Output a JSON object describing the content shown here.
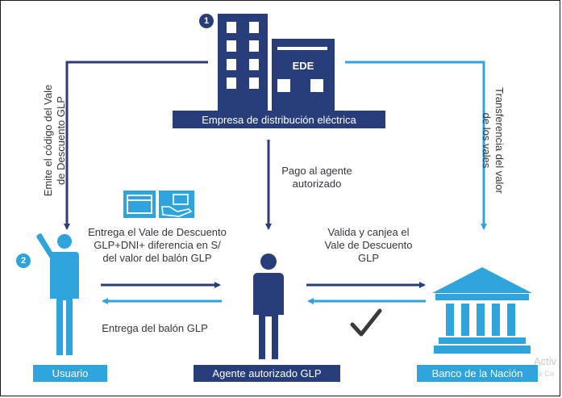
{
  "colors": {
    "navy": "#283e7a",
    "cyan": "#2ea3dc",
    "text": "#33373d",
    "check": "#3a3a3a"
  },
  "company": {
    "badge": "1",
    "sign": "EDE",
    "title": "Empresa de distribución eléctrica"
  },
  "user": {
    "badge": "2",
    "title": "Usuario"
  },
  "agent": {
    "title": "Agente autorizado GLP"
  },
  "bank": {
    "title": "Banco de la Nación"
  },
  "flows": {
    "emit": "Emite el código del Vale\nde Descuento GLP",
    "transfer": "Transferencia del valor\nde los vales",
    "payment": "Pago al agente\nautorizado",
    "deliver_voucher": "Entrega el Vale de Descuento\nGLP+DNI+ diferencia en S/\ndel valor del balón GLP",
    "deliver_cylinder": "Entrega del balón GLP",
    "validate": "Valida y canjea el\nVale de Descuento\nGLP"
  },
  "icons": {
    "building": "building-icon",
    "person_waving": "person-waving-icon",
    "person": "person-icon",
    "bank": "bank-icon",
    "card": "card-icon",
    "hand": "hand-holding-card-icon",
    "check": "checkmark-icon"
  },
  "watermark": {
    "line1": "Activ",
    "line2": "e Co"
  }
}
